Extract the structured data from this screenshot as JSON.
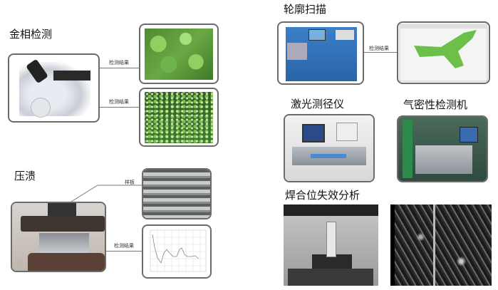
{
  "sections": {
    "metallography": {
      "title": "金相检测",
      "result_label_1": "检测结果",
      "result_label_2": "检测结果"
    },
    "crush": {
      "title": "压溃",
      "sample_label": "样板",
      "result_label": "检测结果"
    },
    "contour_scan": {
      "title": "轮廓扫描",
      "result_label": "检测结果"
    },
    "laser_diameter": {
      "title": "激光测径仪"
    },
    "airtightness": {
      "title": "气密性检测机"
    },
    "weld_failure": {
      "title": "焊合位失效分析"
    }
  },
  "colors": {
    "border": "#6b6b6b",
    "micro_green": "#5e9e3a",
    "scan_green": "#6cc04a"
  }
}
